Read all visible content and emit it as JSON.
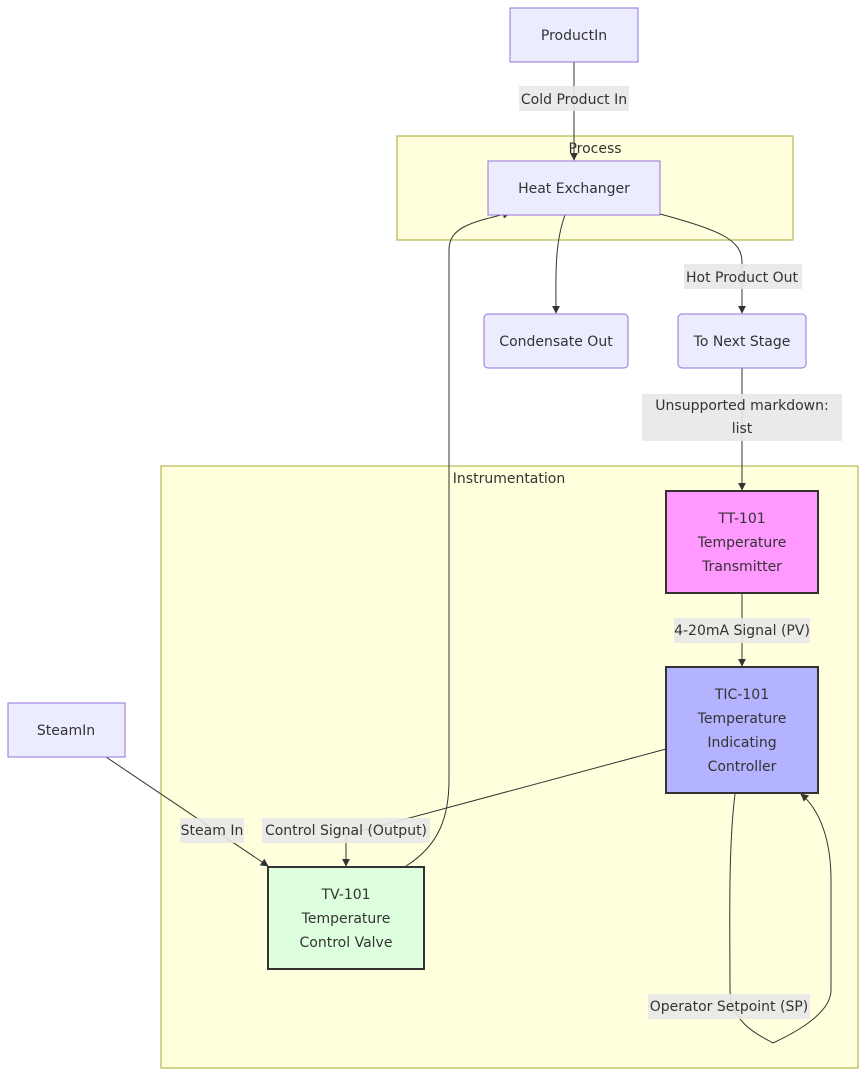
{
  "clusters": {
    "process": {
      "title": "Process"
    },
    "instrumentation": {
      "title": "Instrumentation"
    }
  },
  "nodes": {
    "product_in": {
      "label": "ProductIn"
    },
    "heat_exchanger": {
      "label": "Heat Exchanger"
    },
    "condensate_out": {
      "label": "Condensate Out"
    },
    "to_next_stage": {
      "label": "To Next Stage"
    },
    "steam_in": {
      "label": "SteamIn"
    },
    "tt101": {
      "lines": [
        "TT-101",
        "Temperature",
        "Transmitter"
      ]
    },
    "tic101": {
      "lines": [
        "TIC-101",
        "Temperature",
        "Indicating",
        "Controller"
      ]
    },
    "tv101": {
      "lines": [
        "TV-101",
        "Temperature",
        "Control Valve"
      ]
    }
  },
  "edges": {
    "cold_product_in": "Cold Product In",
    "hot_product_out": "Hot Product Out",
    "unsupported_markdown": [
      "Unsupported markdown:",
      "list"
    ],
    "signal_pv": "4-20mA Signal (PV)",
    "steam_in": "Steam In",
    "control_signal": "Control Signal (Output)",
    "operator_setpoint": "Operator Setpoint (SP)"
  },
  "colors": {
    "cluster_fill": "#ffffde",
    "cluster_stroke": "#aaaa33",
    "node_fill": "#ececff",
    "node_stroke": "#9370db",
    "tt101_fill": "#ff99ff",
    "tic101_fill": "#b3b3ff",
    "tv101_fill": "#ddffdd",
    "edge": "#333333",
    "label_bg": "#e8e8e8"
  }
}
